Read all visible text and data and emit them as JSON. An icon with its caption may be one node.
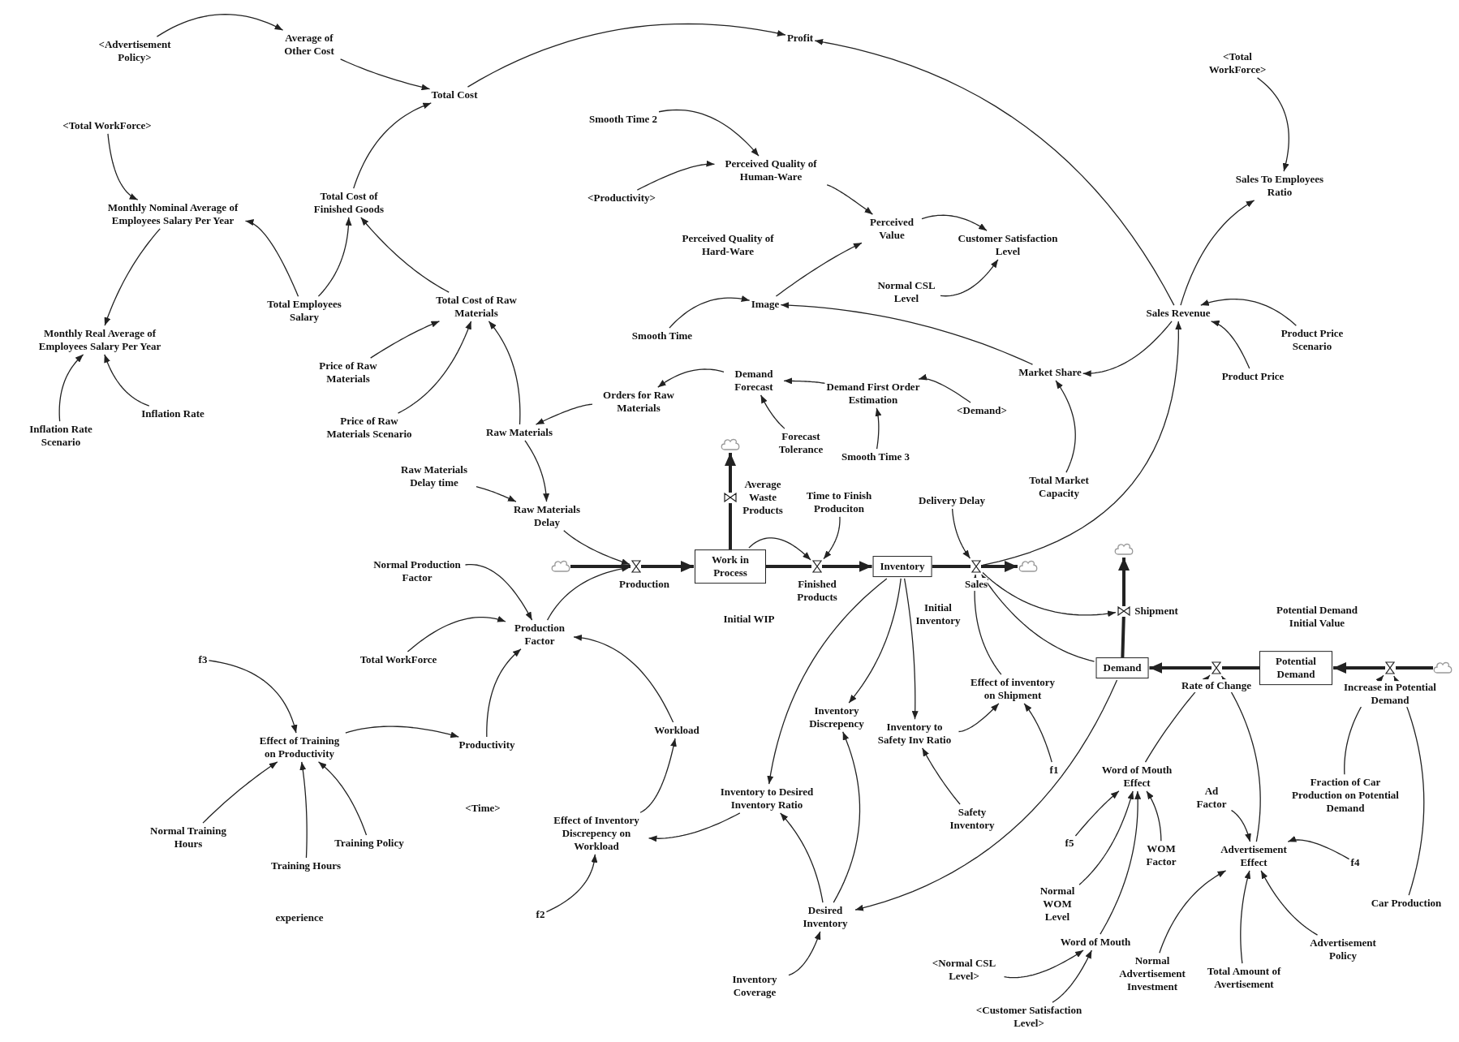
{
  "diagram": {
    "nodes": [
      {
        "text": [
          "<Advertisement Policy>"
        ]
      },
      {
        "text": [
          "Average of Other Cost"
        ]
      },
      {
        "text": [
          "Total Cost"
        ]
      },
      {
        "text": [
          "Profit"
        ]
      },
      {
        "text": [
          "<Total WorkForce>"
        ]
      },
      {
        "text": [
          "Monthly Nominal Average of Employees Salary Per Year"
        ]
      },
      {
        "text": [
          "Total Cost of Finished Goods"
        ]
      },
      {
        "text": [
          "Total Employees Salary"
        ]
      },
      {
        "text": [
          "Total Cost of Raw Materials"
        ]
      },
      {
        "text": [
          "Monthly Real Average of Employees Salary Per Year"
        ]
      },
      {
        "text": [
          "Price of Raw Materials"
        ]
      },
      {
        "text": [
          "Price of Raw Materials Scenario"
        ]
      },
      {
        "text": [
          "Inflation Rate Scenario"
        ]
      },
      {
        "text": [
          "Inflation Rate"
        ]
      },
      {
        "text": [
          "Smooth Time 2"
        ]
      },
      {
        "text": [
          "Perceived Quality of Human-Ware"
        ]
      },
      {
        "text": [
          "<Productivity>"
        ]
      },
      {
        "text": [
          "Perceived Value"
        ]
      },
      {
        "text": [
          "Customer Satisfaction Level"
        ]
      },
      {
        "text": [
          "Normal CSL Level"
        ]
      },
      {
        "text": [
          "Smooth Time"
        ]
      },
      {
        "text": [
          "Image"
        ]
      },
      {
        "text": [
          "Sales Revenue"
        ]
      },
      {
        "text": [
          "<Total WorkForce>"
        ]
      },
      {
        "text": [
          "Sales To Employees Ratio"
        ]
      },
      {
        "text": [
          "Product Price Scenario"
        ]
      },
      {
        "text": [
          "Product Price"
        ]
      },
      {
        "text": [
          "Market Share"
        ]
      },
      {
        "text": [
          "Total Market Capacity"
        ]
      },
      {
        "text": [
          "Demand Forecast"
        ]
      },
      {
        "text": [
          "Orders for Raw Materials"
        ]
      },
      {
        "text": [
          "Demand First Order Estimation"
        ]
      },
      {
        "text": [
          "<Demand>"
        ]
      },
      {
        "text": [
          "Raw Materials"
        ]
      },
      {
        "text": [
          "Forecast Tolerance"
        ]
      },
      {
        "text": [
          "Smooth Time 3"
        ]
      },
      {
        "text": [
          "Raw Materials Delay time"
        ]
      },
      {
        "text": [
          "Raw Materials Delay"
        ]
      },
      {
        "text": [
          "Time to Finish Produciton"
        ]
      },
      {
        "text": [
          "Delivery Delay"
        ]
      },
      {
        "text": [],
        "shape": "cloud"
      },
      {
        "text": [
          "Production"
        ]
      },
      {
        "text": [
          "Work in Process"
        ]
      },
      {
        "text": [
          "Average Waste Products"
        ]
      },
      {
        "text": [],
        "shape": "cloud"
      },
      {
        "text": [
          "Finished Products"
        ]
      },
      {
        "text": [
          "Inventory"
        ]
      },
      {
        "text": [
          "Sales"
        ]
      },
      {
        "text": [],
        "shape": "cloud"
      },
      {
        "text": [
          "Normal Production Factor"
        ]
      },
      {
        "text": [
          "Production Factor"
        ]
      },
      {
        "text": [
          "Total WorkForce"
        ]
      },
      {
        "text": [
          "f3"
        ]
      },
      {
        "text": [
          "Effect of Training on Productivity"
        ]
      },
      {
        "text": [
          "Productivity"
        ]
      },
      {
        "text": [
          "Workload"
        ]
      },
      {
        "text": [
          "Normal Training Hours"
        ]
      },
      {
        "text": [
          "Training Hours"
        ]
      },
      {
        "text": [
          "Training Policy"
        ]
      },
      {
        "text": [
          "Effect of Inventory Discrepency on Workload"
        ]
      },
      {
        "text": [
          "f2"
        ]
      },
      {
        "text": [
          "Inventory Discrepency"
        ]
      },
      {
        "text": [
          "Inventory to Safety Inv Ratio"
        ]
      },
      {
        "text": [
          "Shipment"
        ]
      },
      {
        "text": [],
        "shape": "cloud"
      },
      {
        "text": [
          "Demand"
        ]
      },
      {
        "text": [
          "Rate of Change"
        ]
      },
      {
        "text": [
          "Potential Demand"
        ]
      },
      {
        "text": [
          "Increase in Potential Demand"
        ]
      },
      {
        "text": [],
        "shape": "cloud"
      },
      {
        "text": [
          "Effect of inventory on Shipment"
        ]
      },
      {
        "text": [
          "f1"
        ]
      },
      {
        "text": [
          "Safety Inventory"
        ]
      },
      {
        "text": [
          "Inventory to Desired Inventory Ratio"
        ]
      },
      {
        "text": [
          "Desired Inventory"
        ]
      },
      {
        "text": [
          "Inventory Coverage"
        ]
      },
      {
        "text": [
          "Word of Mouth Effect"
        ]
      },
      {
        "text": [
          "Ad Factor"
        ]
      },
      {
        "text": [
          "Fraction of Car Production on Potential Demand"
        ]
      },
      {
        "text": [
          "f5"
        ]
      },
      {
        "text": [
          "WOM Factor"
        ]
      },
      {
        "text": [
          "Advertisement Effect"
        ]
      },
      {
        "text": [
          "f4"
        ]
      },
      {
        "text": [
          "Car Production"
        ]
      },
      {
        "text": [
          "Normal WOM Level"
        ]
      },
      {
        "text": [
          "Word of Mouth"
        ]
      },
      {
        "text": [
          "<Normal CSL Level>"
        ]
      },
      {
        "text": [
          "<Customer Satisfaction Level>"
        ]
      },
      {
        "text": [
          "Normal Advertisement Investment"
        ]
      },
      {
        "text": [
          "Total Amount of Avertisement"
        ]
      },
      {
        "text": [
          "Advertisement Policy"
        ]
      }
    ],
    "edges": [
      {
        "from": 0,
        "to": 1,
        "arrow": "to"
      },
      {
        "from": 1,
        "to": 2,
        "arrow": "to"
      },
      {
        "from": 2,
        "to": 3,
        "arrow": "to"
      },
      {
        "from": 22,
        "to": 3,
        "arrow": "to"
      },
      {
        "from": 4,
        "to": 5,
        "arrow": "to"
      },
      {
        "from": 5,
        "to": 9,
        "arrow": "to"
      },
      {
        "from": 7,
        "to": 5,
        "arrow": "to"
      },
      {
        "from": 7,
        "to": 6,
        "arrow": "to"
      },
      {
        "from": 6,
        "to": 2,
        "arrow": "to"
      },
      {
        "from": 8,
        "to": 6,
        "arrow": "to"
      },
      {
        "from": 10,
        "to": 8,
        "arrow": "to"
      },
      {
        "from": 11,
        "to": 8,
        "arrow": "to"
      },
      {
        "from": 33,
        "to": 8,
        "arrow": "to"
      },
      {
        "from": 12,
        "to": 9,
        "arrow": "to"
      },
      {
        "from": 13,
        "to": 9,
        "arrow": "to"
      },
      {
        "from": 14,
        "to": 15,
        "arrow": "to"
      },
      {
        "from": 16,
        "to": 15,
        "arrow": "to"
      },
      {
        "from": 15,
        "to": 17,
        "arrow": "to"
      },
      {
        "from": 17,
        "to": 18,
        "arrow": "to"
      },
      {
        "from": 19,
        "to": 18,
        "arrow": "to"
      },
      {
        "from": 20,
        "to": 21,
        "arrow": "to"
      },
      {
        "from": 21,
        "to": 17,
        "arrow": "to"
      },
      {
        "from": 27,
        "to": 21,
        "arrow": "to"
      },
      {
        "from": 23,
        "to": 24,
        "arrow": "to"
      },
      {
        "from": 22,
        "to": 24,
        "arrow": "to"
      },
      {
        "from": 25,
        "to": 22,
        "arrow": "to"
      },
      {
        "from": 26,
        "to": 22,
        "arrow": "to"
      },
      {
        "from": 22,
        "to": 27,
        "arrow": "to"
      },
      {
        "from": 28,
        "to": 27,
        "arrow": "to"
      },
      {
        "from": 47,
        "to": 22,
        "arrow": "to"
      },
      {
        "from": 31,
        "to": 29,
        "arrow": "to"
      },
      {
        "from": 32,
        "to": 31,
        "arrow": "to"
      },
      {
        "from": 35,
        "to": 31,
        "arrow": "to"
      },
      {
        "from": 34,
        "to": 29,
        "arrow": "to"
      },
      {
        "from": 29,
        "to": 30,
        "arrow": "to"
      },
      {
        "from": 30,
        "to": 33,
        "arrow": "to"
      },
      {
        "from": 33,
        "to": 37,
        "arrow": "to"
      },
      {
        "from": 36,
        "to": 37,
        "arrow": "to"
      },
      {
        "from": 37,
        "to": 41,
        "arrow": "to"
      },
      {
        "from": 49,
        "to": 50,
        "arrow": "to"
      },
      {
        "from": 51,
        "to": 50,
        "arrow": "to"
      },
      {
        "from": 54,
        "to": 50,
        "arrow": "to"
      },
      {
        "from": 55,
        "to": 50,
        "arrow": "to"
      },
      {
        "from": 50,
        "to": 41,
        "arrow": "to"
      },
      {
        "from": 52,
        "to": 53,
        "arrow": "to"
      },
      {
        "from": 53,
        "to": 54,
        "arrow": "to"
      },
      {
        "from": 56,
        "to": 53,
        "arrow": "to"
      },
      {
        "from": 57,
        "to": 53,
        "arrow": "to"
      },
      {
        "from": 58,
        "to": 53,
        "arrow": "to"
      },
      {
        "from": 59,
        "to": 55,
        "arrow": "to"
      },
      {
        "from": 60,
        "to": 59,
        "arrow": "to"
      },
      {
        "from": 73,
        "to": 59,
        "arrow": "to"
      },
      {
        "from": 46,
        "to": 73,
        "arrow": "to"
      },
      {
        "from": 46,
        "to": 61,
        "arrow": "to"
      },
      {
        "from": 46,
        "to": 62,
        "arrow": "to"
      },
      {
        "from": 74,
        "to": 73,
        "arrow": "to"
      },
      {
        "from": 74,
        "to": 61,
        "arrow": "to"
      },
      {
        "from": 75,
        "to": 74,
        "arrow": "to"
      },
      {
        "from": 65,
        "to": 74,
        "arrow": "to"
      },
      {
        "from": 72,
        "to": 62,
        "arrow": "to"
      },
      {
        "from": 62,
        "to": 70,
        "arrow": "to"
      },
      {
        "from": 71,
        "to": 70,
        "arrow": "to"
      },
      {
        "from": 70,
        "to": 47,
        "arrow": "to"
      },
      {
        "from": 65,
        "to": 47,
        "arrow": "to"
      },
      {
        "from": 47,
        "to": 63,
        "arrow": "to"
      },
      {
        "from": 42,
        "to": 45,
        "arrow": "to"
      },
      {
        "from": 38,
        "to": 45,
        "arrow": "to"
      },
      {
        "from": 39,
        "to": 47,
        "arrow": "to"
      },
      {
        "from": 76,
        "to": 66,
        "arrow": "to"
      },
      {
        "from": 81,
        "to": 66,
        "arrow": "to"
      },
      {
        "from": 79,
        "to": 76,
        "arrow": "to"
      },
      {
        "from": 84,
        "to": 76,
        "arrow": "to"
      },
      {
        "from": 85,
        "to": 76,
        "arrow": "to"
      },
      {
        "from": 80,
        "to": 76,
        "arrow": "to"
      },
      {
        "from": 86,
        "to": 85,
        "arrow": "to"
      },
      {
        "from": 87,
        "to": 85,
        "arrow": "to"
      },
      {
        "from": 77,
        "to": 81,
        "arrow": "to"
      },
      {
        "from": 82,
        "to": 81,
        "arrow": "to"
      },
      {
        "from": 88,
        "to": 81,
        "arrow": "to"
      },
      {
        "from": 89,
        "to": 81,
        "arrow": "to"
      },
      {
        "from": 90,
        "to": 81,
        "arrow": "to"
      },
      {
        "from": 78,
        "to": 68,
        "arrow": "to"
      },
      {
        "from": 83,
        "to": 68,
        "arrow": "to"
      },
      {
        "from": 40,
        "to": 41,
        "arrow": "none",
        "style": "thick"
      },
      {
        "from": 41,
        "to": 42,
        "arrow": "to",
        "style": "thick"
      },
      {
        "from": 42,
        "to": 43,
        "arrow": "none",
        "style": "thick"
      },
      {
        "from": 43,
        "to": 44,
        "arrow": "to",
        "style": "thick"
      },
      {
        "from": 42,
        "to": 45,
        "arrow": "none",
        "style": "thick"
      },
      {
        "from": 45,
        "to": 46,
        "arrow": "to",
        "style": "thick"
      },
      {
        "from": 46,
        "to": 47,
        "arrow": "none",
        "style": "thick"
      },
      {
        "from": 47,
        "to": 48,
        "arrow": "to",
        "style": "thick"
      },
      {
        "from": 65,
        "to": 63,
        "arrow": "none",
        "style": "thick"
      },
      {
        "from": 63,
        "to": 64,
        "arrow": "to",
        "style": "thick"
      },
      {
        "from": 67,
        "to": 66,
        "arrow": "none",
        "style": "thick"
      },
      {
        "from": 66,
        "to": 65,
        "arrow": "to",
        "style": "thick"
      },
      {
        "from": 69,
        "to": 68,
        "arrow": "none",
        "style": "thick"
      },
      {
        "from": 68,
        "to": 67,
        "arrow": "to",
        "style": "thick"
      }
    ],
    "labels": [
      "Perceived Quality of Hard-Ware",
      "Initial WIP",
      "Initial Inventory",
      "Potential Demand Initial Value",
      "<Time>",
      "experience"
    ]
  }
}
